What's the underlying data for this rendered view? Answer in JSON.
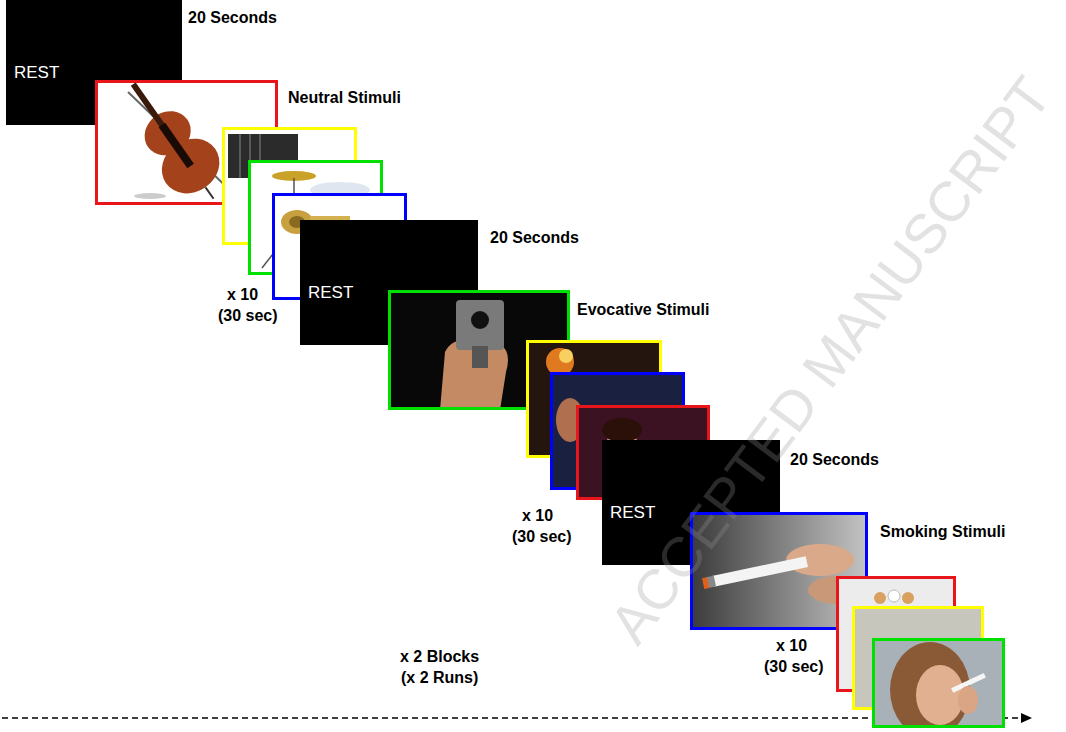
{
  "diagram": {
    "nodes": [
      {
        "text": [
          "REST"
        ]
      },
      {
        "text": [
          "REST"
        ]
      },
      {
        "text": [
          "REST"
        ]
      }
    ],
    "labels": [
      "20 Seconds",
      "Neutral Stimuli",
      "x 10",
      "(30 sec)",
      "20 Seconds",
      "Evocative Stimuli",
      "x 10",
      "(30 sec)",
      "20 Seconds",
      "Smoking Stimuli",
      "x 10",
      "(30 sec)",
      "x 2 Blocks",
      "(x 2 Runs)",
      "ACCEPTED MANUSCRIPT"
    ]
  }
}
